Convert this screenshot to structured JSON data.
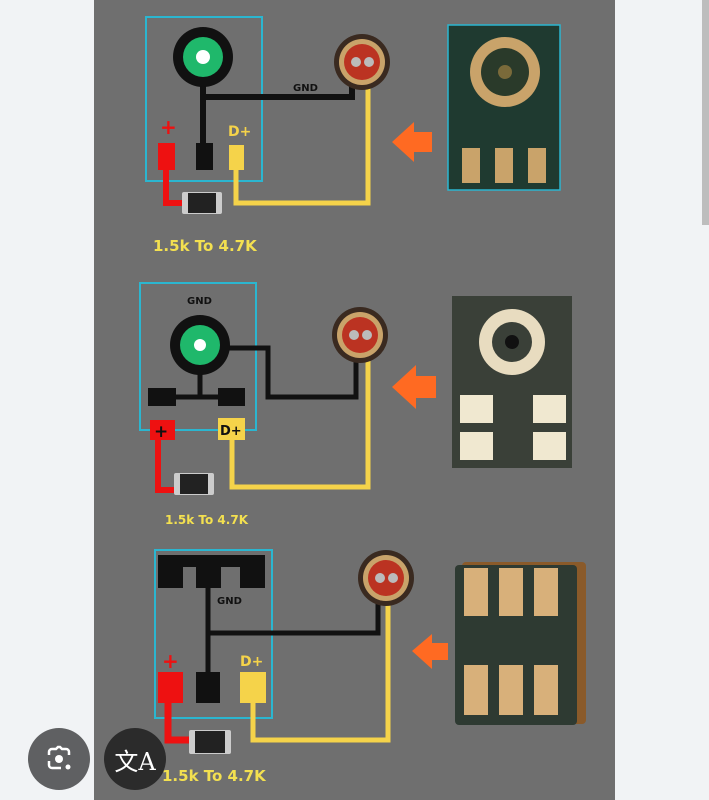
{
  "diagram": {
    "gnd_label": "GND",
    "plus_label": "+",
    "dplus_label": "D+",
    "resistor_label": "1.5k To 4.7K",
    "colors": {
      "background": "#6f6f6f",
      "box": "#2bb6d0",
      "trace_gnd": "#111111",
      "trace_plus": "#ee1111",
      "trace_data": "#f5d34a",
      "arrow": "#ff6a22",
      "pad_green": "#1fb86b"
    }
  },
  "overlay": {
    "lens_button": "lens-icon",
    "translate_button": "translate-icon",
    "translate_glyph": "文A"
  }
}
